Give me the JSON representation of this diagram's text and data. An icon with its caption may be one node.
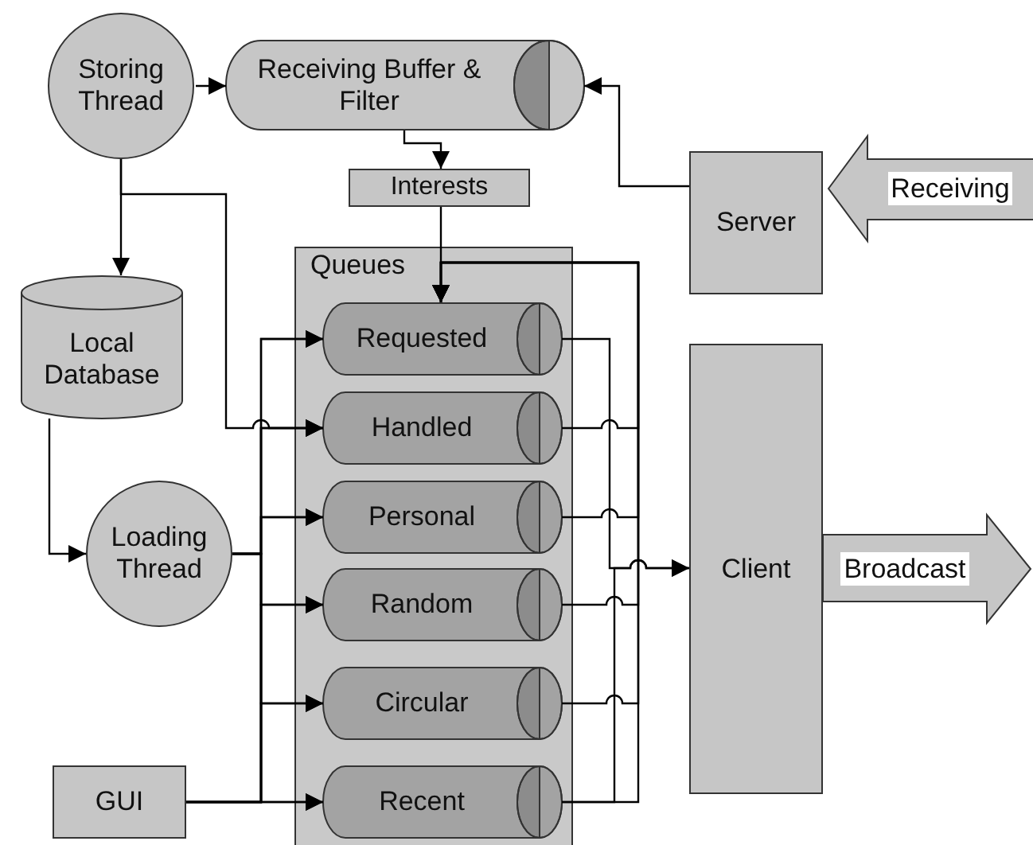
{
  "diagram": {
    "nodes": [
      {
        "text": [
          "Storing Thread"
        ]
      },
      {
        "text": [
          "Receiving Buffer & Filter"
        ]
      },
      {
        "text": [
          "Interests"
        ]
      },
      {
        "text": [
          "Server"
        ]
      },
      {
        "text": [
          "Receiving"
        ]
      },
      {
        "text": [
          "Local Database"
        ]
      },
      {
        "text": [
          "Loading Thread"
        ]
      },
      {
        "text": [
          "Queues"
        ]
      },
      {
        "text": [
          "Requested"
        ],
        "in": 7
      },
      {
        "text": [
          "Handled"
        ],
        "in": 7
      },
      {
        "text": [
          "Personal"
        ],
        "in": 7
      },
      {
        "text": [
          "Random"
        ],
        "in": 7
      },
      {
        "text": [
          "Circular"
        ],
        "in": 7
      },
      {
        "text": [
          "Recent"
        ],
        "in": 7
      },
      {
        "text": [
          "GUI"
        ]
      },
      {
        "text": [
          "Client"
        ]
      },
      {
        "text": [
          "Broadcast"
        ]
      }
    ],
    "edges": [
      {
        "from": 0,
        "to": 1,
        "arrow": "to"
      },
      {
        "from": 3,
        "to": 1,
        "arrow": "to"
      },
      {
        "from": 1,
        "to": 2,
        "arrow": "to"
      },
      {
        "from": 2,
        "to": 8,
        "arrow": "to"
      },
      {
        "from": 0,
        "to": 5,
        "arrow": "to"
      },
      {
        "from": 0,
        "to": 9,
        "arrow": "to"
      },
      {
        "from": 5,
        "to": 6,
        "arrow": "to"
      },
      {
        "from": 6,
        "to": 8,
        "arrow": "to"
      },
      {
        "from": 6,
        "to": 9,
        "arrow": "to"
      },
      {
        "from": 6,
        "to": 10,
        "arrow": "to"
      },
      {
        "from": 6,
        "to": 11,
        "arrow": "to"
      },
      {
        "from": 6,
        "to": 12,
        "arrow": "to"
      },
      {
        "from": 6,
        "to": 13,
        "arrow": "to"
      },
      {
        "from": 14,
        "to": 8,
        "arrow": "to"
      },
      {
        "from": 14,
        "to": 9,
        "arrow": "to"
      },
      {
        "from": 14,
        "to": 10,
        "arrow": "to"
      },
      {
        "from": 14,
        "to": 11,
        "arrow": "to"
      },
      {
        "from": 14,
        "to": 12,
        "arrow": "to"
      },
      {
        "from": 14,
        "to": 13,
        "arrow": "to"
      },
      {
        "from": 8,
        "to": 15,
        "arrow": "to"
      },
      {
        "from": 13,
        "to": 15,
        "arrow": "to"
      },
      {
        "from": 9,
        "to": 8,
        "arrow": "to"
      },
      {
        "from": 10,
        "to": 8,
        "arrow": "to"
      },
      {
        "from": 11,
        "to": 8,
        "arrow": "to"
      },
      {
        "from": 12,
        "to": 8,
        "arrow": "to"
      },
      {
        "from": 13,
        "to": 8,
        "arrow": "to"
      }
    ]
  }
}
